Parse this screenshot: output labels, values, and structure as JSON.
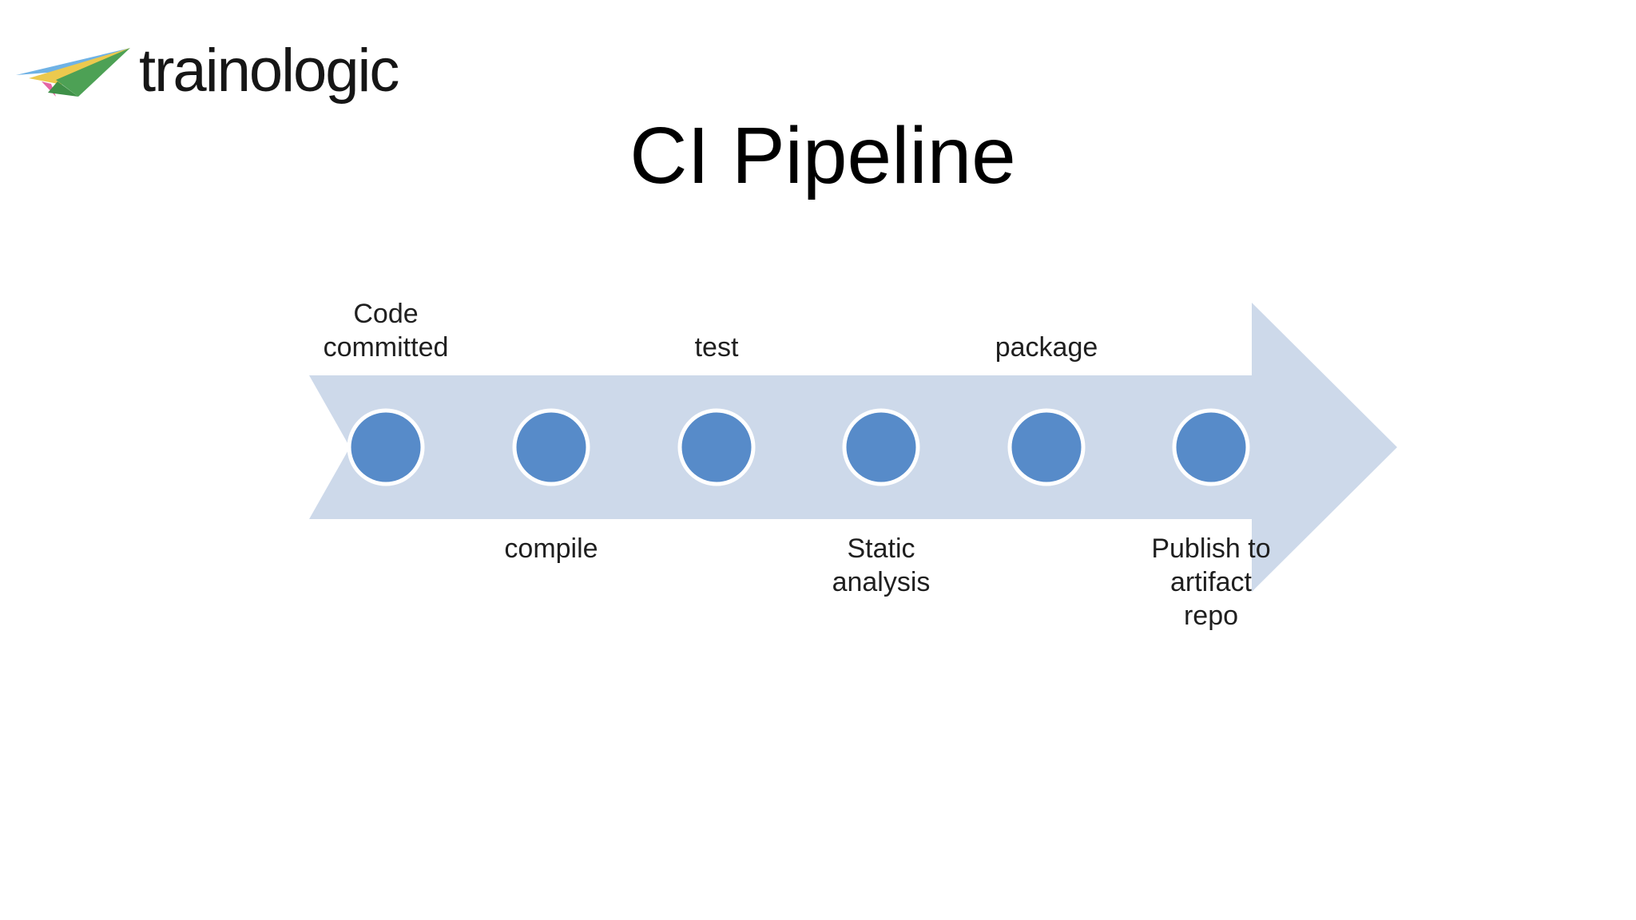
{
  "logo": {
    "text": "trainologic",
    "icon": "paper-plane-icon",
    "icon_colors": {
      "blue": "#6fb2e5",
      "yellow": "#ecc94e",
      "green": "#4da155",
      "green_dark": "#3f9048",
      "pink": "#e565a4"
    }
  },
  "title": "CI Pipeline",
  "pipeline": {
    "stages": [
      {
        "label": "Code\ncommitted",
        "label_position": "above"
      },
      {
        "label": "compile",
        "label_position": "below"
      },
      {
        "label": "test",
        "label_position": "above"
      },
      {
        "label": "Static\nanalysis",
        "label_position": "below"
      },
      {
        "label": "package",
        "label_position": "above"
      },
      {
        "label": "Publish to\nartifact\nrepo",
        "label_position": "below"
      }
    ],
    "colors": {
      "arrow_fill": "#cdd9ea",
      "node_fill": "#578bc9",
      "node_ring": "#ffffff",
      "label_text": "#1f1f1f"
    }
  }
}
